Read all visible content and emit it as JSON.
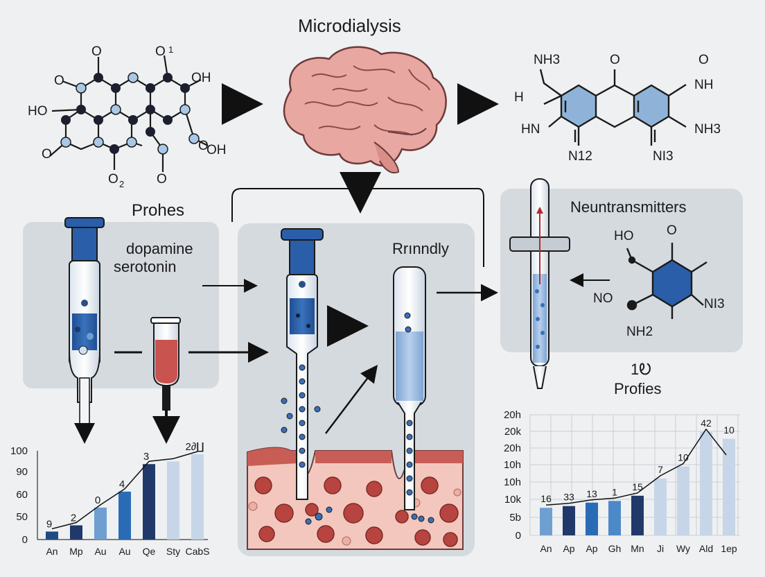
{
  "title": "Microdialysis",
  "labels": {
    "probes_left": "Prohes",
    "analytes": [
      "dopamine",
      "serotonin"
    ],
    "center": "Rrınndly",
    "neuro": "Neuntransmitters",
    "bottom_right_num": "1Ꭷ",
    "bottom_right": "Profies"
  },
  "mol_left": {
    "atoms": [
      "O",
      "O",
      "O",
      "O",
      "O",
      "O",
      "O",
      "HO",
      "OH",
      "OH"
    ],
    "subscripts": [
      "1",
      "2"
    ]
  },
  "mol_right": {
    "atoms": [
      "NH3",
      "H",
      "HN",
      "N12",
      "O",
      "O",
      "NH",
      "NH3",
      "NI3"
    ]
  },
  "mol_small": {
    "atoms": [
      "HO",
      "O",
      "NO",
      "NH2",
      "NI3"
    ]
  },
  "colors": {
    "blue_dark": "#2a5ea8",
    "blue_mid": "#6f9fd1",
    "blue_light": "#b9cde4",
    "navy": "#20396a",
    "brain": "#e8a7a1",
    "tissue": "#f3c7bd",
    "panel": "#d5dadf"
  },
  "chart_data": [
    {
      "type": "bar",
      "categories": [
        "An",
        "Mp",
        "Au",
        "Au",
        "Qe",
        "Sty",
        "CabS"
      ],
      "values": [
        9,
        16,
        36,
        54,
        85,
        88,
        96
      ],
      "data_labels": [
        "9",
        "2",
        "0",
        "4",
        "3",
        "",
        "2∂∐"
      ],
      "yticks": [
        "100",
        "90",
        "60",
        "50",
        "0"
      ],
      "ylim": [
        0,
        100
      ],
      "trend_line": true
    },
    {
      "type": "bar",
      "categories": [
        "An",
        "Ap",
        "Ap",
        "Gh",
        "Mn",
        "Ji",
        "Wy",
        "Ald",
        "1ep"
      ],
      "values": [
        16,
        17,
        19,
        20,
        23,
        33,
        40,
        60,
        56
      ],
      "data_labels": [
        "16",
        "33",
        "13",
        "1",
        "15",
        "7",
        "10",
        "42",
        "10"
      ],
      "yticks": [
        "20h",
        "20k",
        "20h",
        "10h",
        "10h",
        "10k",
        "5b",
        "0"
      ],
      "trend_line": true
    }
  ]
}
